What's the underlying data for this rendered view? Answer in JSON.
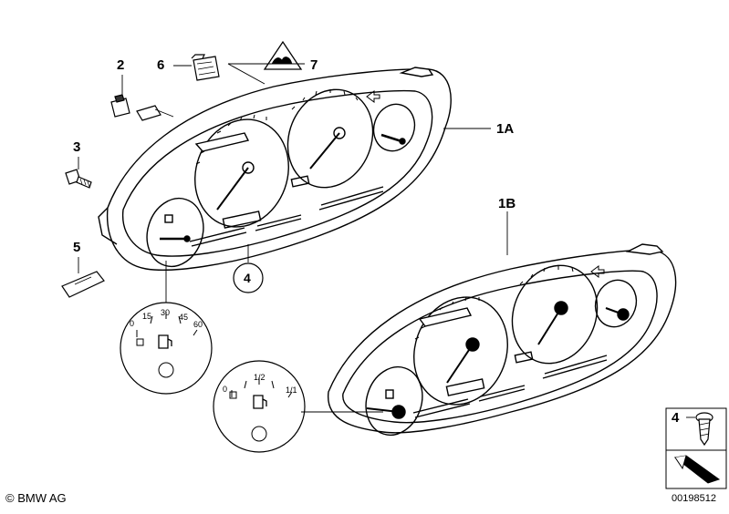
{
  "callouts": {
    "c2": "2",
    "c6": "6",
    "c7": "7",
    "c3": "3",
    "c5": "5",
    "c1a": "1A",
    "c1b": "1B",
    "c4_circle": "4",
    "c4_kit": "4"
  },
  "gauge_petrol_60": {
    "ticks": [
      "0",
      "15",
      "30",
      "45",
      "60"
    ]
  },
  "gauge_fraction": {
    "ticks": [
      "0",
      "1/2",
      "1/1"
    ]
  },
  "footer": {
    "copyright": "© BMW AG",
    "diagram_number": "00198512"
  }
}
